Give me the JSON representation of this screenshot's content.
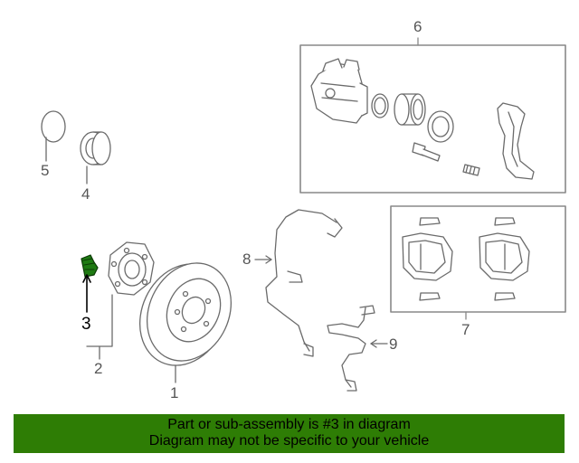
{
  "callouts": {
    "c1": "1",
    "c2": "2",
    "c3": "3",
    "c4": "4",
    "c5": "5",
    "c6": "6",
    "c7": "7",
    "c8": "8",
    "c9": "9"
  },
  "highlighted_part": "3",
  "colors": {
    "banner_background": "#2e7d05",
    "banner_text": "#000000",
    "highlight_part": "#1e7a12",
    "line_art": "#6b6b6b"
  },
  "footer": {
    "line1": "Part or sub-assembly is #3 in diagram",
    "line2": "Diagram may not be specific to your vehicle"
  }
}
